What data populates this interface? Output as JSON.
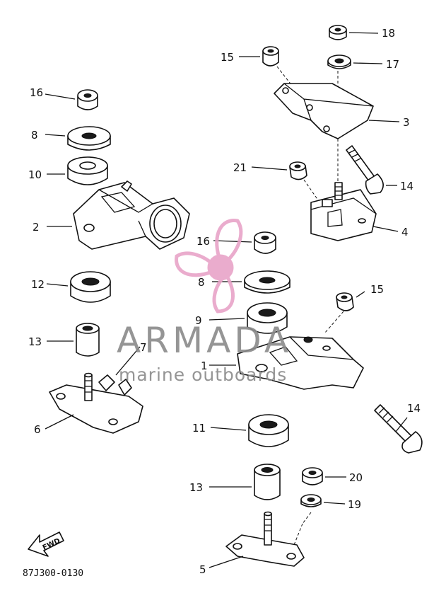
{
  "labels": {
    "l1": "1",
    "l2": "2",
    "l3": "3",
    "l4": "4",
    "l5": "5",
    "l6": "6",
    "l7": "7",
    "l8a": "8",
    "l8b": "8",
    "l9": "9",
    "l10": "10",
    "l11": "11",
    "l12": "12",
    "l13a": "13",
    "l13b": "13",
    "l14a": "14",
    "l14b": "14",
    "l15a": "15",
    "l15b": "15",
    "l16a": "16",
    "l16b": "16",
    "l17": "17",
    "l18": "18",
    "l19": "19",
    "l20": "20",
    "l21": "21"
  },
  "watermark": {
    "brand": "ARMADA",
    "tagline": "marine outboards",
    "accent_color": "#e8a4c8",
    "text_color": "#8a8a8a"
  },
  "fwd_label": "FWD",
  "diagram_code": "87J300-0130"
}
